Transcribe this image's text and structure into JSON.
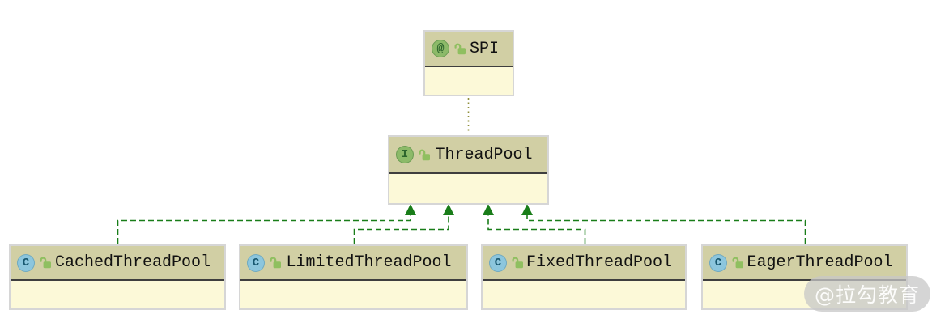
{
  "diagram": {
    "type": "uml-class-diagram",
    "nodes": {
      "spi": {
        "label": "SPI",
        "kind": "annotation",
        "badge_letter": "@",
        "visibility_icon": "open-lock"
      },
      "threadpool": {
        "label": "ThreadPool",
        "kind": "interface",
        "badge_letter": "I",
        "visibility_icon": "open-lock"
      },
      "cached": {
        "label": "CachedThreadPool",
        "kind": "class",
        "badge_letter": "C",
        "visibility_icon": "open-lock"
      },
      "limited": {
        "label": "LimitedThreadPool",
        "kind": "class",
        "badge_letter": "C",
        "visibility_icon": "open-lock"
      },
      "fixed": {
        "label": "FixedThreadPool",
        "kind": "class",
        "badge_letter": "C",
        "visibility_icon": "open-lock"
      },
      "eager": {
        "label": "EagerThreadPool",
        "kind": "class",
        "badge_letter": "C",
        "visibility_icon": "open-lock"
      }
    },
    "edges": [
      {
        "from": "cached",
        "to": "threadpool",
        "type": "implements",
        "style": "dashed",
        "arrow": "filled-triangle"
      },
      {
        "from": "limited",
        "to": "threadpool",
        "type": "implements",
        "style": "dashed",
        "arrow": "filled-triangle"
      },
      {
        "from": "fixed",
        "to": "threadpool",
        "type": "implements",
        "style": "dashed",
        "arrow": "filled-triangle"
      },
      {
        "from": "eager",
        "to": "threadpool",
        "type": "implements",
        "style": "dashed",
        "arrow": "filled-triangle"
      },
      {
        "from": "threadpool",
        "to": "spi",
        "type": "annotated-by",
        "style": "dotted",
        "arrow": "none"
      }
    ],
    "colors": {
      "node_header_bg": "#d1cfa4",
      "node_body_bg": "#fcf9d8",
      "node_border": "#d6d6d6",
      "header_separator": "#3e3e3e",
      "implements_edge_green": "#197d19",
      "annotation_edge_olive": "#8f8f3a",
      "annotation_badge_green": "#8cba69",
      "interface_badge_green": "#8cba69",
      "class_badge_blue": "#8cc6dd",
      "lock_green": "#8fbf60"
    }
  },
  "watermark": {
    "text": "@拉勾教育"
  }
}
